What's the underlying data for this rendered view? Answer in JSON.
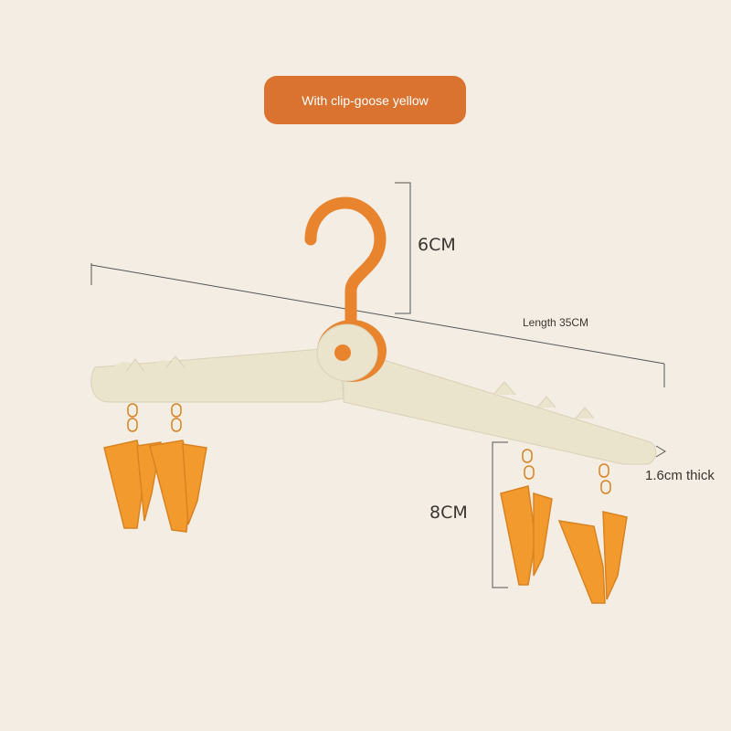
{
  "badge": {
    "text": "With clip-goose yellow"
  },
  "dimensions": {
    "height_hook": "6CM",
    "length": "Length 35CM",
    "thickness": "1.6cm thick",
    "clip_drop": "8CM"
  },
  "colors": {
    "background": "#f3ede3",
    "hanger_body": "#ebe4cc",
    "accent_orange": "#e8832e",
    "clip_orange": "#f39a2f"
  }
}
